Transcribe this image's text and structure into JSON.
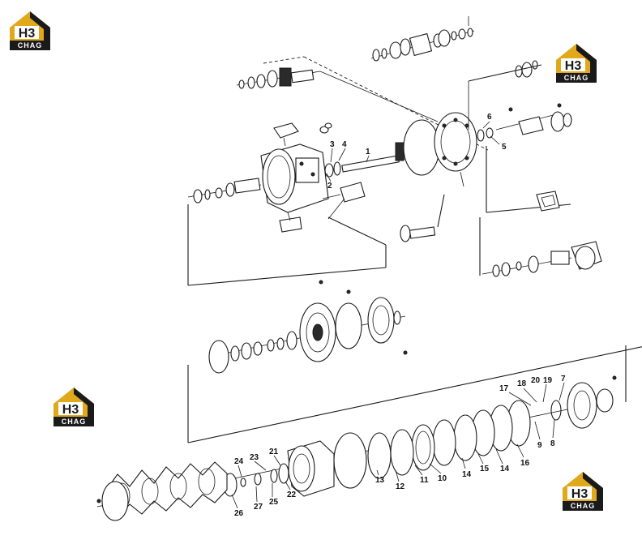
{
  "logo": {
    "mark": "H3",
    "text": "CHAG",
    "color_house": "#e0a91c",
    "color_dark": "#1a1a1a"
  },
  "callouts": [
    "1",
    "2",
    "3",
    "4",
    "5",
    "6",
    "7",
    "8",
    "9",
    "10",
    "11",
    "12",
    "13",
    "14",
    "14",
    "15",
    "16",
    "17",
    "18",
    "19",
    "21",
    "22",
    "23",
    "24",
    "25",
    "26",
    "27"
  ]
}
